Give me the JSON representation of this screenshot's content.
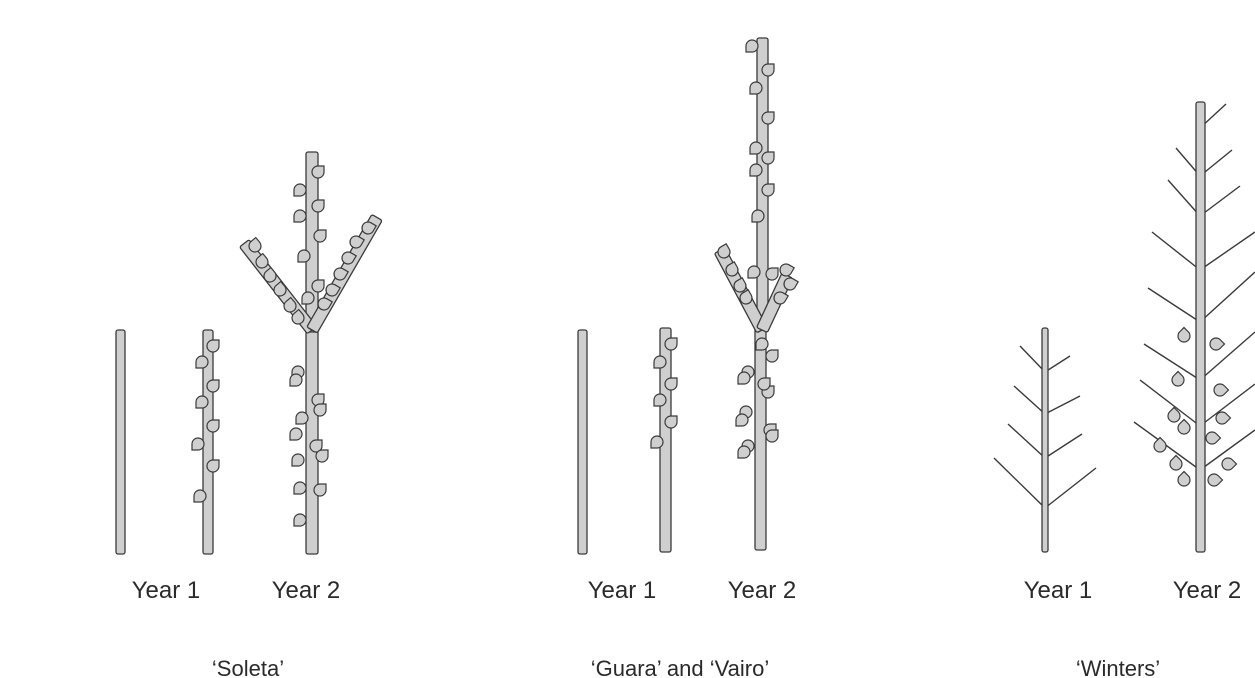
{
  "panels": [
    {
      "id": "soleta",
      "year1_label": "Year 1",
      "year2_label": "Year 2",
      "caption": "‘Soleta’"
    },
    {
      "id": "guara-vairo",
      "year1_label": "Year 1",
      "year2_label": "Year 2",
      "caption": "‘Guara’ and ‘Vairo’"
    },
    {
      "id": "winters",
      "year1_label": "Year 1",
      "year2_label": "Year 2",
      "caption": "‘Winters’"
    }
  ],
  "colors": {
    "shoot_fill": "#cfcfcf",
    "outline": "#3a3a3a",
    "text": "#2a2a2a"
  },
  "icons": {
    "bud": "flower-bud-icon",
    "shoot": "shoot-stem",
    "twig": "branchlet-line"
  }
}
